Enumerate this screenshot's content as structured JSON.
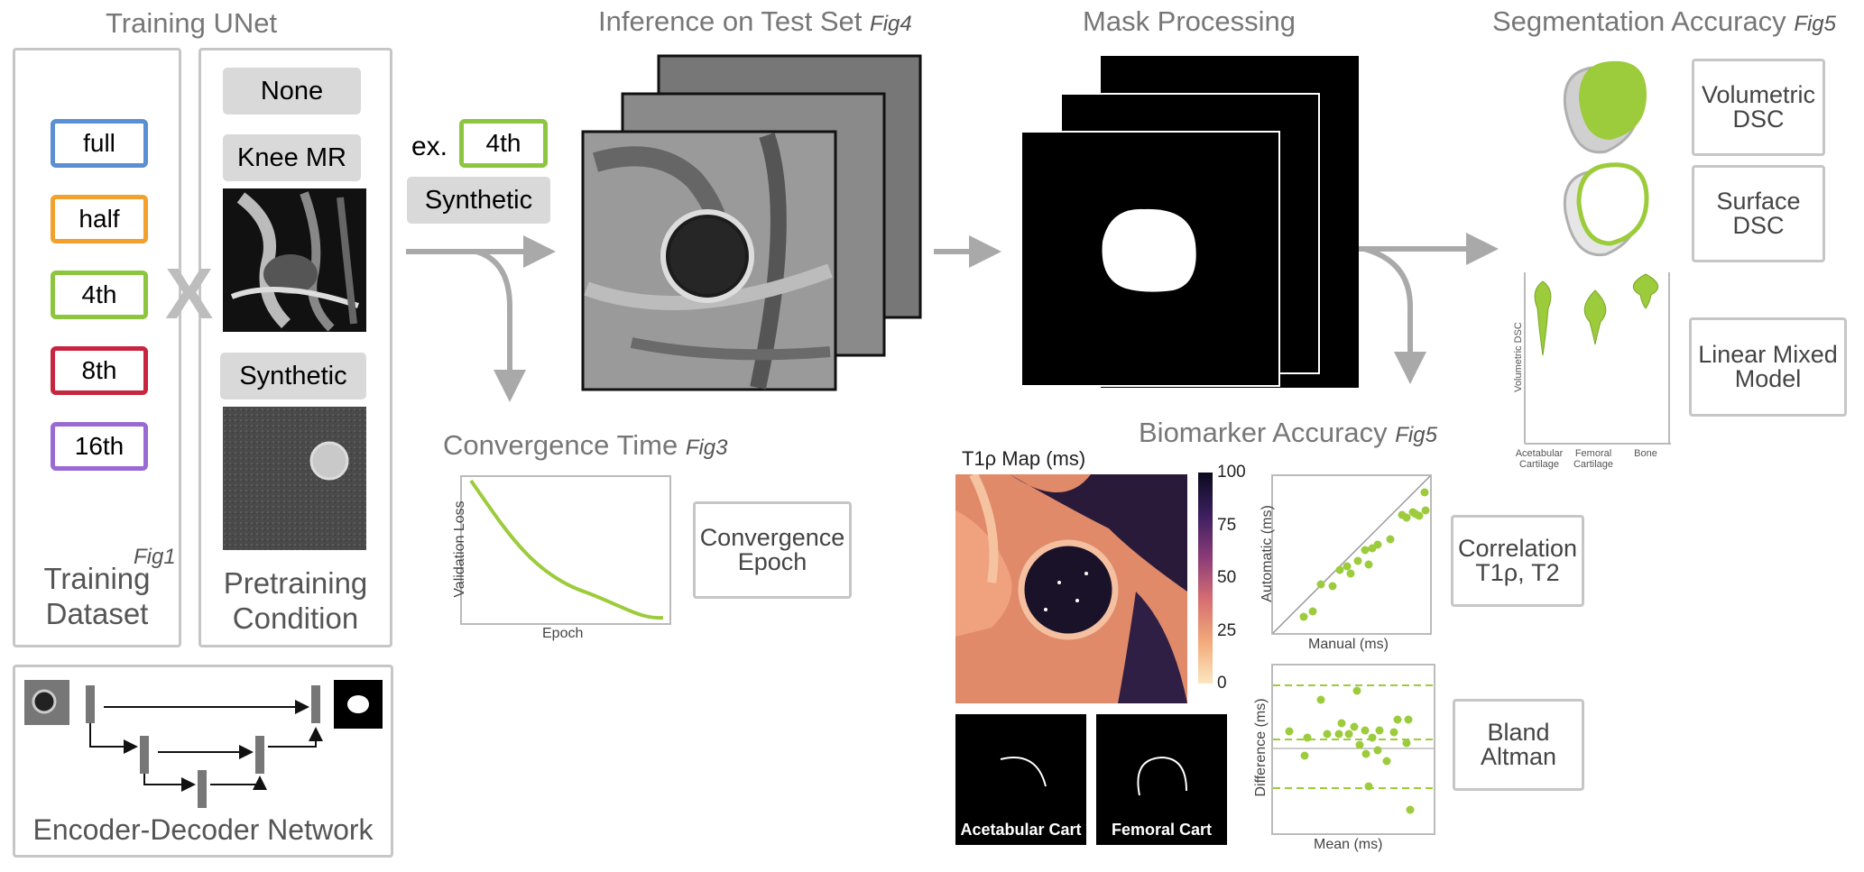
{
  "training": {
    "title": "Training UNet",
    "dataset_fractions": [
      {
        "label": "full",
        "color": "#5b8fd4"
      },
      {
        "label": "half",
        "color": "#f2a12e"
      },
      {
        "label": "4th",
        "color": "#8cc63f"
      },
      {
        "label": "8th",
        "color": "#c8263f"
      },
      {
        "label": "16th",
        "color": "#9a6ad4"
      }
    ],
    "cross_symbol": "X",
    "fig_tag": "Fig1",
    "dataset_label": "Training\nDataset",
    "pretraining_options": [
      "None",
      "Knee MR",
      "Synthetic"
    ],
    "pretraining_label": "Pretraining\nCondition",
    "network_label": "Encoder-Decoder Network"
  },
  "example": {
    "prefix": "ex.",
    "fraction": "4th",
    "condition": "Synthetic"
  },
  "inference": {
    "title": "Inference on Test Set",
    "fig_tag": "Fig4"
  },
  "convergence": {
    "title": "Convergence Time",
    "fig_tag": "Fig3",
    "ylabel": "Validation Loss",
    "xlabel": "Epoch",
    "metric": "Convergence\nEpoch"
  },
  "mask": {
    "title": "Mask Processing"
  },
  "segmentation": {
    "title": "Segmentation Accuracy",
    "fig_tag": "Fig5",
    "metrics": [
      "Volumetric\nDSC",
      "Surface\nDSC",
      "Linear Mixed\nModel"
    ],
    "violin_ylabel": "Volumetric DSC",
    "violin_categories": [
      "Acetabular\nCartilage",
      "Femoral\nCartilage",
      "Bone"
    ]
  },
  "biomarker": {
    "title": "Biomarker Accuracy",
    "fig_tag": "Fig5",
    "map_label": "T1ρ Map (ms)",
    "colorbar_ticks": [
      "100",
      "75",
      "50",
      "25",
      "0"
    ],
    "crop_labels": [
      "Acetabular Cart",
      "Femoral Cart"
    ],
    "scatter_ylabel": "Automatic (ms)",
    "scatter_xlabel": "Manual (ms)",
    "ba_ylabel": "Difference (ms)",
    "ba_xlabel": "Mean (ms)",
    "metrics": [
      "Correlation\nT1ρ, T2",
      "Bland\nAltman"
    ]
  },
  "colors": {
    "accent": "#9ccb3b",
    "arrow": "#a9a9a9",
    "box_border": "#c6c6c6"
  }
}
